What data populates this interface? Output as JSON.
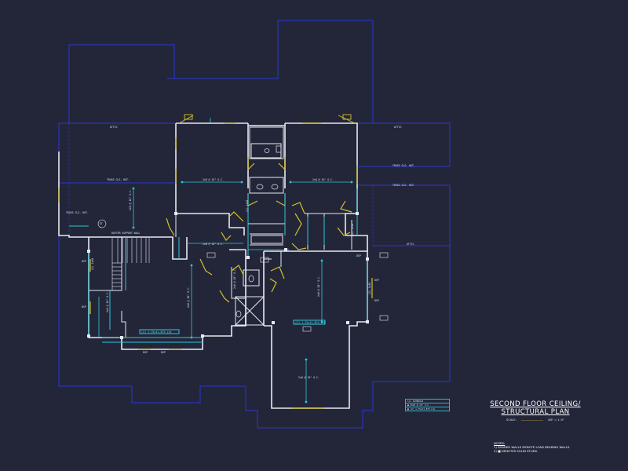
{
  "drawing": {
    "title_line1": "SECOND FLOOR CEILING/",
    "title_line2": "STRUCTURAL PLAN",
    "scale_label": "SCALE:",
    "scale_dash": "----------------------------",
    "scale_value": "3/8\" = 1'-0\"",
    "notes_heading": "NOTES:",
    "notes": [
      "1) SHADED WALLS DENOTE LOAD BEARING WALLS.",
      "2) ■ DENOTES SOLID STUDS."
    ]
  },
  "legend_table": {
    "rows": [
      "1/L SCHEDULE",
      "■ 2X10 @ 16\" O.C.",
      "■ (2) 1.75x11.875 LVL"
    ]
  },
  "labels": {
    "attic_1": "ATTIC",
    "attic_2": "ATTIC",
    "truss_1": "TRUSS CLG. HGT.",
    "truss_2": "TRUSS CLG. HGT.",
    "truss_3": "TRUSS CLG. HGT.",
    "truss_4": "TRUSS CLG. HGT.",
    "rafter_wall": "RAFTER SUPPORT WALL",
    "joist_1": "2x8 @ 16\" O.C.",
    "joist_2": "2x8 @ 16\" O.C.",
    "joist_3": "2x8 @ 16\" O.C.",
    "joist_4": "2x8 @ 16\" O.C.",
    "joist_5": "2x8 @ 16\" O.C.",
    "joist_6": "2x8 @ 16\" O.C.",
    "joist_7": "2x8 @ 16\" O.C.",
    "joist_8": "2x8 @ 16\" O.C.",
    "joist_9": "2x8 @ 16\" O.C.",
    "beam_1": "(2) 2x10",
    "beam_2": "(2) 2x10",
    "beam_3": "(2) 2x10",
    "beam_4": "(2) 2x10",
    "lvl_1": "(2) 1.75x11.875 LVL",
    "lvl_2": "(2) 1.75x11.875 LVL",
    "dsp_1": "DSP",
    "dsp_2": "DSP",
    "dsp_3": "DSP",
    "dsp_4": "DSP",
    "dsp_5": "DSP",
    "dsp_6": "DSP",
    "dsp_7": "DSP",
    "girder_tag": "GT"
  },
  "colors": {
    "outline": "#2a35d8",
    "wall": "#e7e9f0",
    "joist": "#2ec8dc",
    "door": "#d6c328",
    "text": "#cfe8ff",
    "tag": "#5fe3ff"
  }
}
